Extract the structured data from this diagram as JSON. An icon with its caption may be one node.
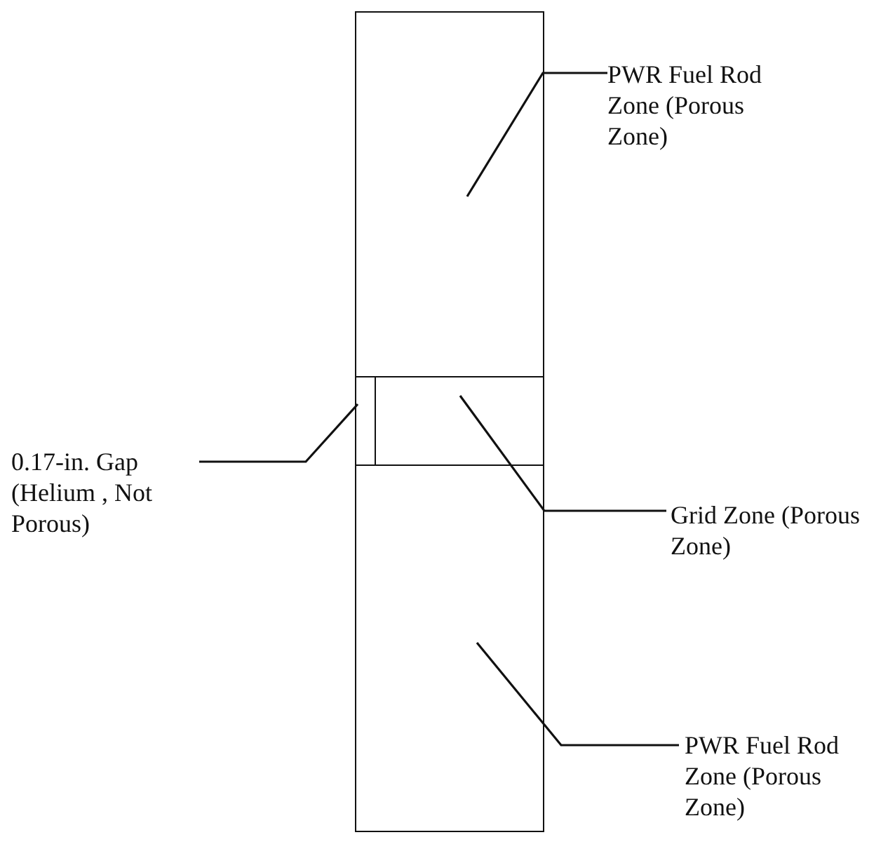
{
  "diagram": {
    "nodes": [
      {
        "text": [],
        "shape": "box"
      },
      {
        "text": [
          "PWR Fuel Rod Zone (Porous Zone)"
        ]
      },
      {
        "text": [],
        "shape": "box"
      },
      {
        "text": [],
        "shape": "box"
      },
      {
        "text": [
          "0.17-in. Gap (Helium , Not Porous)"
        ]
      },
      {
        "text": [
          "Grid Zone (Porous Zone)"
        ]
      },
      {
        "text": [],
        "shape": "box"
      },
      {
        "text": [
          "PWR Fuel Rod Zone (Porous Zone)"
        ]
      }
    ],
    "edges": [
      {
        "from": 1,
        "to": 0,
        "arrow": "none"
      },
      {
        "from": 4,
        "to": 2,
        "arrow": "none"
      },
      {
        "from": 5,
        "to": 3,
        "arrow": "none"
      },
      {
        "from": 7,
        "to": 6,
        "arrow": "none"
      }
    ]
  }
}
